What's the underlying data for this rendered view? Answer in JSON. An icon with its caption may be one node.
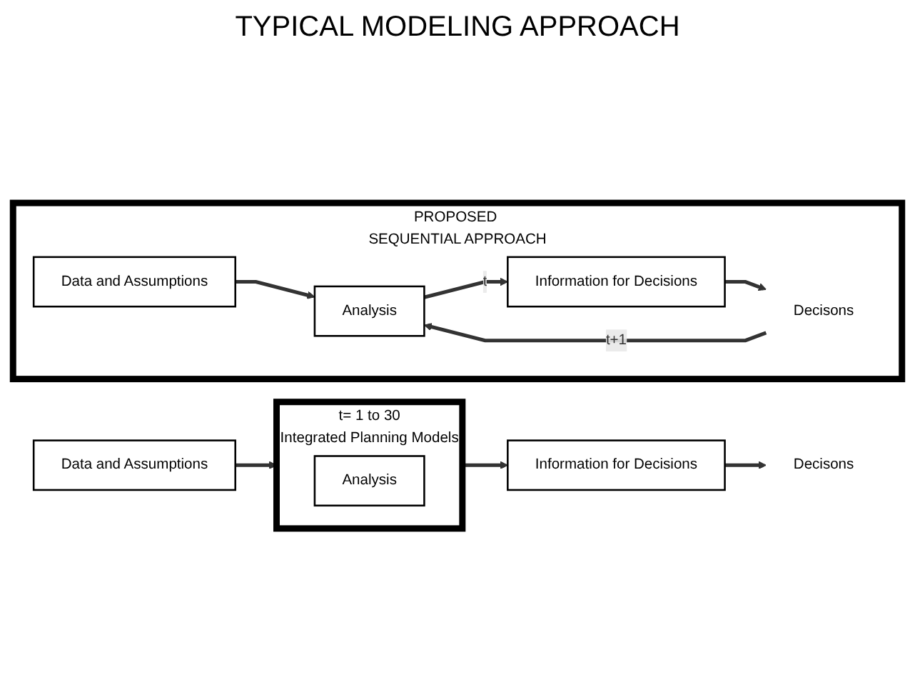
{
  "diagram": {
    "title": "TYPICAL MODELING APPROACH",
    "nodes": [
      {
        "text": [
          "Data and Assumptions"
        ]
      },
      {
        "text": [
          "t= 1 to 30",
          "Integrated Planning Models"
        ]
      },
      {
        "text": [
          "Analysis"
        ],
        "in": 1
      },
      {
        "text": [
          "Information for Decisions"
        ]
      },
      {
        "text": [
          "Decisons"
        ]
      },
      {
        "text": [
          "PROPOSED SEQUENTIAL APPROACH"
        ]
      },
      {
        "text": [
          "Data and Assumptions"
        ],
        "in": 5
      },
      {
        "text": [
          "Analysis"
        ],
        "in": 5
      },
      {
        "text": [
          "Information for Decisions"
        ],
        "in": 5
      },
      {
        "text": [
          "Decisons"
        ],
        "in": 5
      }
    ],
    "edges": [
      {
        "from": 0,
        "to": 1,
        "arrow": "to"
      },
      {
        "from": 1,
        "to": 3,
        "arrow": "to"
      },
      {
        "from": 3,
        "to": 4,
        "arrow": "to"
      },
      {
        "from": 6,
        "to": 7,
        "arrow": "to"
      },
      {
        "from": 7,
        "to": 8,
        "label": "t",
        "arrow": "to"
      },
      {
        "from": 8,
        "to": 9,
        "arrow": "to"
      },
      {
        "from": 9,
        "to": 7,
        "label": "t+1",
        "arrow": "to"
      }
    ]
  }
}
